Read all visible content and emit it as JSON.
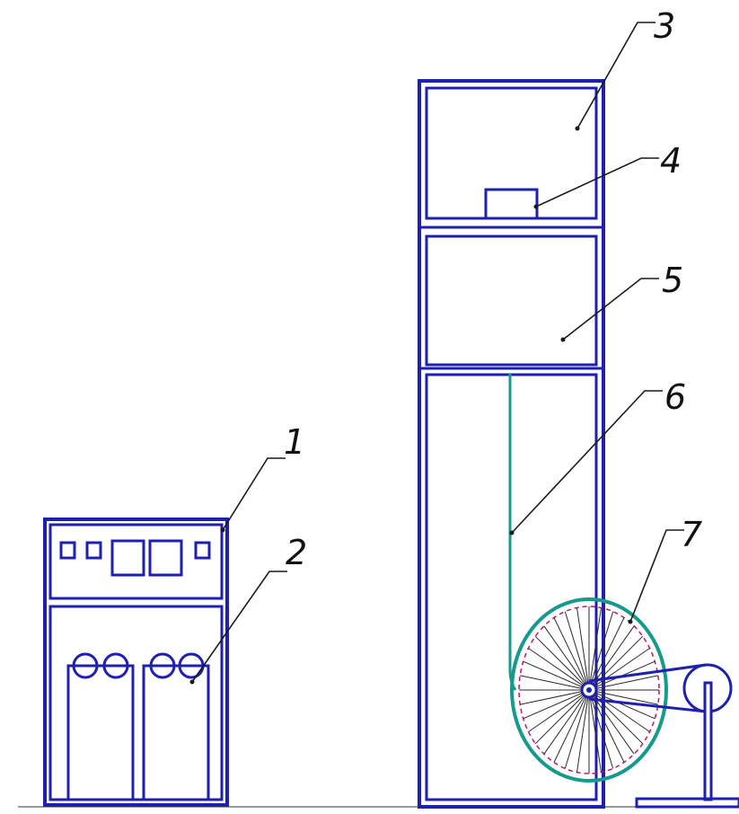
{
  "diagram": {
    "callouts": [
      {
        "id": "1",
        "label": "1"
      },
      {
        "id": "2",
        "label": "2"
      },
      {
        "id": "3",
        "label": "3"
      },
      {
        "id": "4",
        "label": "4"
      },
      {
        "id": "5",
        "label": "5"
      },
      {
        "id": "6",
        "label": "6"
      },
      {
        "id": "7",
        "label": "7"
      }
    ],
    "colors": {
      "frame": "#1f1fb0",
      "fiber": "#159a8c",
      "rim_dash": "#c0186a",
      "ground": "#9a9a9a"
    }
  }
}
